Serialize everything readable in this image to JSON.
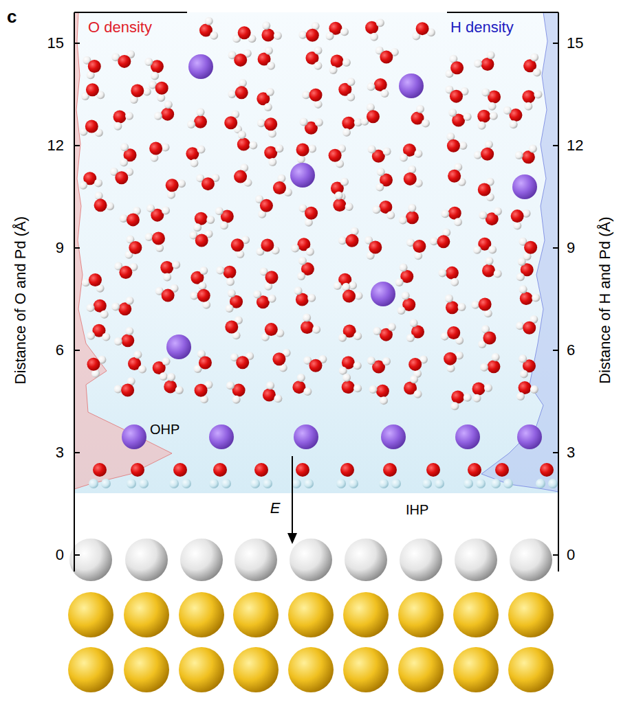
{
  "diagram": {
    "labels": [
      "c",
      "O density",
      "H density",
      "Distance of O and Pd (Å)",
      "Distance of H and Pd (Å)",
      "15",
      "12",
      "9",
      "6",
      "3",
      "0",
      "15",
      "12",
      "9",
      "6",
      "3",
      "0",
      "OHP",
      "IHP",
      "E"
    ]
  }
}
